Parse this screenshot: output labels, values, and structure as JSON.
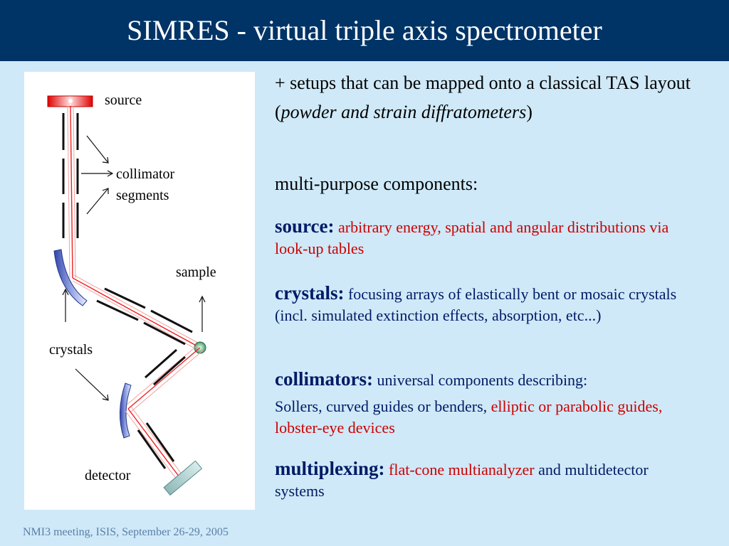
{
  "header": {
    "title": "SIMRES - virtual triple axis spectrometer"
  },
  "diagram": {
    "labels": {
      "source": "source",
      "collimator_1": "collimator",
      "collimator_2": "segments",
      "sample": "sample",
      "crystals": "crystals",
      "detector": "detector"
    }
  },
  "content": {
    "intro": {
      "prefix": "+ setups that can be mapped onto a classical TAS layout (",
      "italic": "powder and strain diffratometers",
      "suffix": ")"
    },
    "multi_purpose": "multi-purpose components:",
    "source": {
      "label": "source:",
      "text": "arbitrary energy, spatial and angular distributions via look-up tables"
    },
    "crystals": {
      "label": "crystals:",
      "text": "focusing arrays of elastically bent or mosaic crystals (incl. simulated extinction effects, absorption, etc...)"
    },
    "collimators": {
      "label": "collimators:",
      "text_1": "universal components describing:",
      "text_2": "Sollers, curved guides or benders, ",
      "text_3": "elliptic or parabolic guides, lobster-eye devices"
    },
    "multiplexing": {
      "label": "multiplexing:",
      "red_text": "flat-cone multianalyzer",
      "text": " and multidetector systems"
    }
  },
  "footer": {
    "text": "NMI3 meeting, ISIS, September 26-29, 2005"
  },
  "colors": {
    "header_bg": "#003366",
    "page_bg": "#cfe9f8",
    "accent_red": "#cc0000",
    "heading_navy": "#001a66"
  }
}
